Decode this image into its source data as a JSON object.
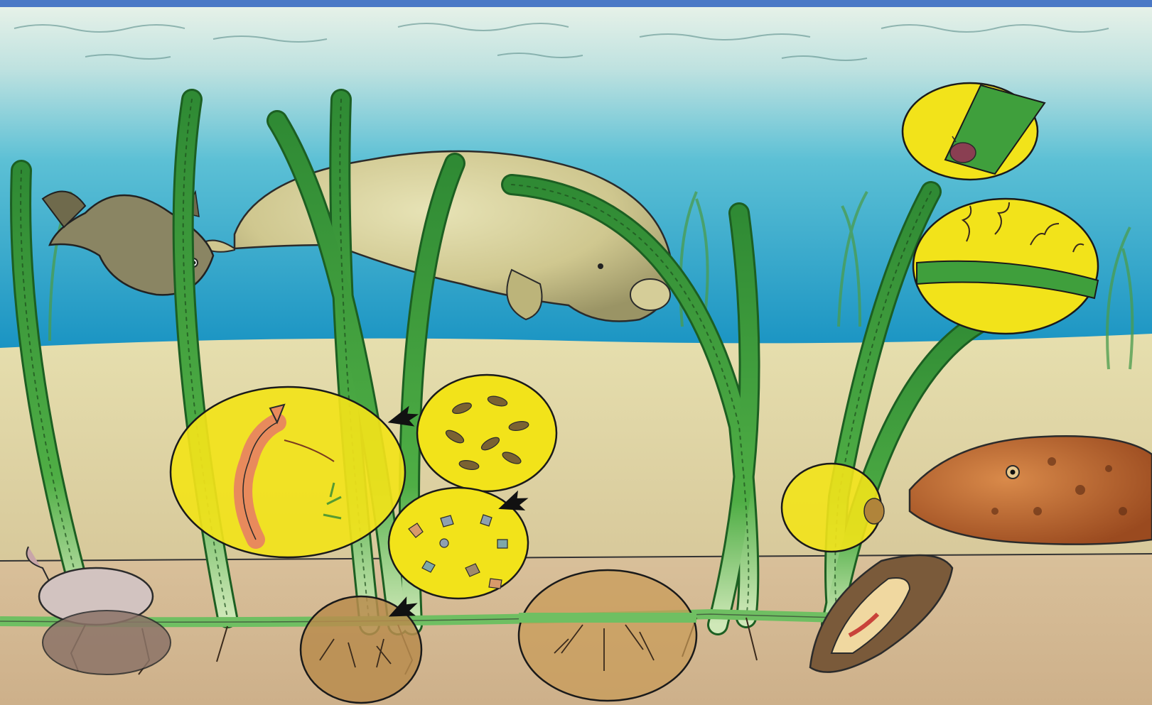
{
  "scene": {
    "subject": "seagrass-meadow-ecosystem",
    "colors": {
      "sky": "#3b6fc0",
      "water_top": "#cfe6e3",
      "water_mid": "#3fb3cf",
      "water_deep": "#1d95c2",
      "sand_far": "#ddd6a4",
      "sand_near": "#d9c39b",
      "sediment": "#b88c5a",
      "seagrass": "#3f9f3c",
      "seagrass_dark": "#1f6b23",
      "highlight_circle": "#f2e31a",
      "outline": "#1a1a1a"
    },
    "illustration_groups": [
      {
        "name": "seagrass-blades"
      },
      {
        "name": "dugong"
      },
      {
        "name": "leatherjacket-fish"
      },
      {
        "name": "flathead-fish"
      },
      {
        "name": "prawn"
      },
      {
        "name": "shrimp-in-burrow"
      },
      {
        "name": "bivalve-shell"
      },
      {
        "name": "zooplankton-circle"
      },
      {
        "name": "detritus-circle"
      },
      {
        "name": "epiphyte-algae-circle"
      },
      {
        "name": "snail-grazer-circle"
      },
      {
        "name": "root-zone-circles"
      },
      {
        "name": "flow-arrows"
      }
    ]
  }
}
